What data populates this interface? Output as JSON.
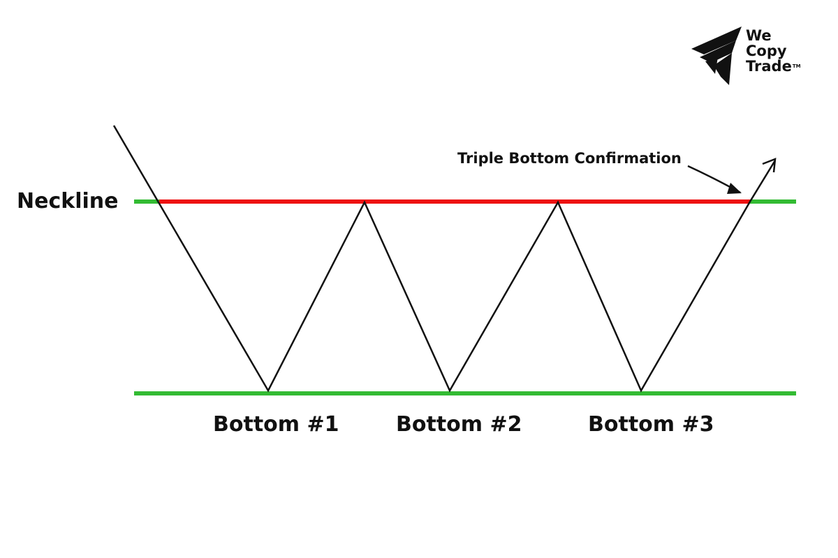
{
  "brand": {
    "line1": "We",
    "line2": "Copy",
    "line3": "Trade",
    "trademark": "TM"
  },
  "diagram": {
    "neckline_label": "Neckline",
    "confirmation_label": "Triple Bottom Confirmation",
    "bottoms": [
      "Bottom #1",
      "Bottom #2",
      "Bottom #3"
    ]
  },
  "colors": {
    "support_line": "#33bb33",
    "neckline_highlight": "#ee1111",
    "price_path": "#111111",
    "text": "#111111"
  }
}
